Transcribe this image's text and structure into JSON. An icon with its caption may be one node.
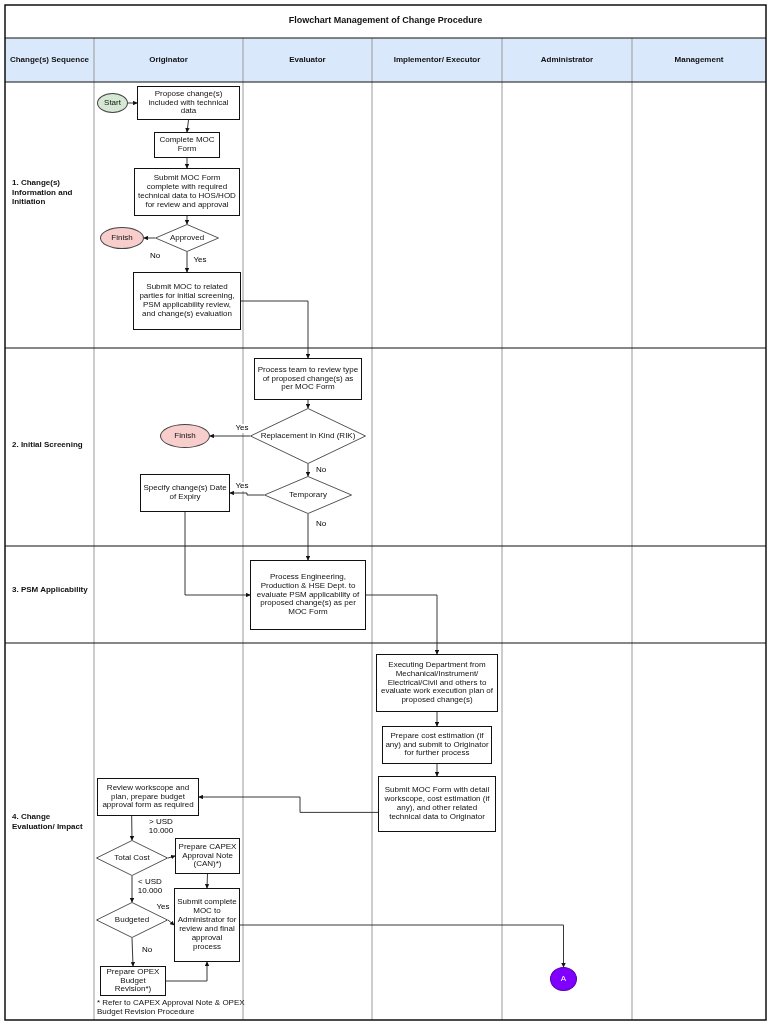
{
  "diagram": {
    "title": "Flowchart Management of Change Procedure",
    "nodes": [
      {
        "text": [
          "Start"
        ]
      },
      {
        "text": [
          "Propose change(s) included with technical data"
        ]
      },
      {
        "text": [
          "Complete MOC Form"
        ]
      },
      {
        "text": [
          "Submit MOC Form complete with required technical data to HOS/HOD for review and approval"
        ]
      },
      {
        "text": [
          "Finish"
        ]
      },
      {
        "text": [
          "Approved"
        ]
      },
      {
        "text": [
          "Submit MOC to related parties for initial screening, PSM applicability review, and change(s) evaluation"
        ]
      },
      {
        "text": [
          "Process team to review type of proposed change(s) as per MOC Form"
        ]
      },
      {
        "text": [
          "Finish"
        ]
      },
      {
        "text": [
          "Replacement in Kind (RIK)"
        ]
      },
      {
        "text": [
          "Specify change(s) Date of Expiry"
        ]
      },
      {
        "text": [
          "Temporary"
        ]
      },
      {
        "text": [
          "Process Engineering, Production & HSE Dept. to evaluate PSM applicability of proposed change(s) as per MOC Form"
        ]
      },
      {
        "text": [
          "Executing Department from Mechanical/Instrument/ Electrical/Civil and others to evaluate work execution plan of proposed change(s)"
        ]
      },
      {
        "text": [
          "Prepare cost estimation (if any) and submit to Originator for further process"
        ]
      },
      {
        "text": [
          "Submit MOC Form with detail workscope, cost estimation (if any), and other related technical data to Originator"
        ]
      },
      {
        "text": [
          "Review workscope and plan, prepare budget approval form as required"
        ]
      },
      {
        "text": [
          "Total Cost"
        ]
      },
      {
        "text": [
          "Prepare CAPEX Approval Note (CAN)*)"
        ]
      },
      {
        "text": [
          "Budgeted"
        ]
      },
      {
        "text": [
          "Submit complete MOC to Administrator for review and final approval process"
        ]
      },
      {
        "text": [
          "Prepare OPEX Budget Revision*)"
        ]
      },
      {
        "text": [
          "A"
        ]
      }
    ],
    "edges": [
      {
        "from": 0,
        "to": 1,
        "arrow": "to"
      },
      {
        "from": 1,
        "to": 2,
        "arrow": "to"
      },
      {
        "from": 2,
        "to": 3,
        "arrow": "to"
      },
      {
        "from": 3,
        "to": 5,
        "arrow": "to"
      },
      {
        "from": 5,
        "to": 4,
        "arrow": "to",
        "label": "No"
      },
      {
        "from": 5,
        "to": 6,
        "arrow": "to",
        "label": "Yes"
      },
      {
        "from": 6,
        "to": 7,
        "arrow": "to"
      },
      {
        "from": 7,
        "to": 9,
        "arrow": "to"
      },
      {
        "from": 9,
        "to": 8,
        "arrow": "to",
        "label": "Yes"
      },
      {
        "from": 9,
        "to": 11,
        "arrow": "to",
        "label": "No"
      },
      {
        "from": 11,
        "to": 10,
        "arrow": "to",
        "label": "Yes"
      },
      {
        "from": 11,
        "to": 12,
        "arrow": "to",
        "label": "No"
      },
      {
        "from": 10,
        "to": 12,
        "arrow": "to"
      },
      {
        "from": 12,
        "to": 13,
        "arrow": "to"
      },
      {
        "from": 13,
        "to": 14,
        "arrow": "to"
      },
      {
        "from": 14,
        "to": 15,
        "arrow": "to"
      },
      {
        "from": 15,
        "to": 16,
        "arrow": "to"
      },
      {
        "from": 16,
        "to": 17,
        "arrow": "to"
      },
      {
        "from": 17,
        "to": 18,
        "arrow": "to",
        "label": "> USD 10.000"
      },
      {
        "from": 17,
        "to": 19,
        "arrow": "to",
        "label": "< USD 10.000"
      },
      {
        "from": 18,
        "to": 20,
        "arrow": "to"
      },
      {
        "from": 19,
        "to": 20,
        "arrow": "to",
        "label": "Yes"
      },
      {
        "from": 19,
        "to": 21,
        "arrow": "to",
        "label": "No"
      },
      {
        "from": 21,
        "to": 20,
        "arrow": "to"
      },
      {
        "from": 20,
        "to": 22,
        "arrow": "to"
      }
    ],
    "labels": [
      "Change(s) Sequence",
      "Originator",
      "Evaluator",
      "Implementor/ Executor",
      "Administrator",
      "Management",
      "1. Change(s) Information and Initiation",
      "2. Initial Screening",
      "3. PSM Applicability",
      "4. Change Evaluation/ Impact",
      "* Refer to CAPEX Approval Note & OPEX Budget Revision Procedure"
    ]
  }
}
